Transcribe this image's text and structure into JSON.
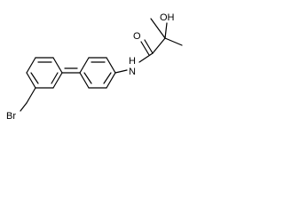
{
  "molecule": {
    "atom_labels": {
      "bromine": "Br",
      "amide_nitrogen": "N",
      "amide_hydrogen": "H",
      "carbonyl_oxygen": "O",
      "hydroxyl": "OH"
    }
  },
  "colors": {
    "bond": "#000000",
    "label": "#000000",
    "background": "#ffffff"
  }
}
